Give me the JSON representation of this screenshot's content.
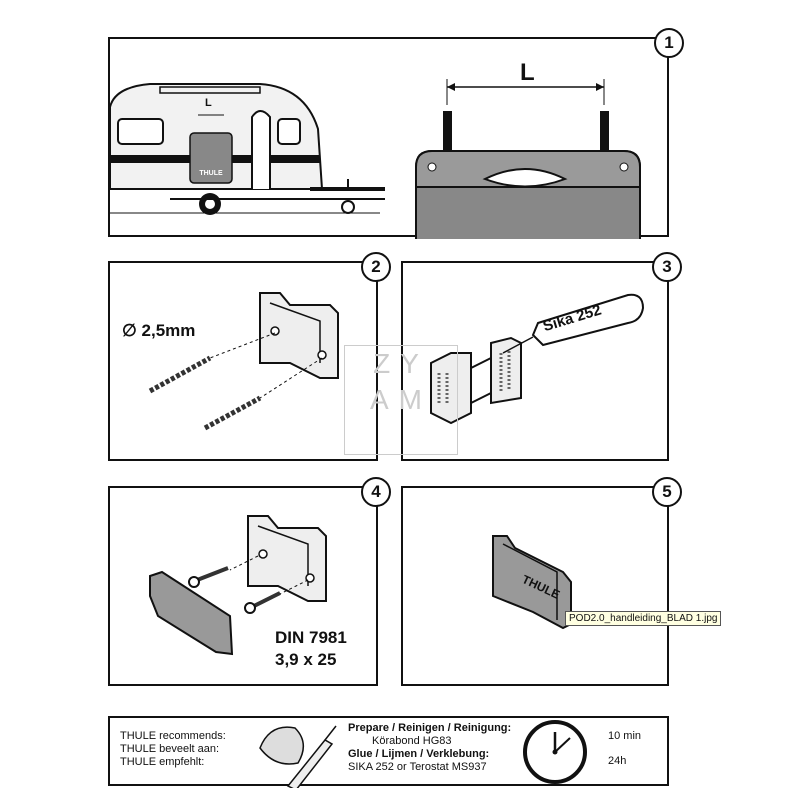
{
  "steps": {
    "s1": {
      "number": "1",
      "dimension_small": "L",
      "dimension_large": "L"
    },
    "s2": {
      "number": "2",
      "drill_size": "∅ 2,5mm"
    },
    "s3": {
      "number": "3",
      "sealant": "Sika 252"
    },
    "s4": {
      "number": "4",
      "screw_spec_line1": "DIN 7981",
      "screw_spec_line2": "3,9 x 25"
    },
    "s5": {
      "number": "5"
    }
  },
  "brand": {
    "name": "THULE"
  },
  "footer": {
    "recommends": [
      "THULE recommends:",
      "THULE beveelt aan:",
      "THULE empfehlt:"
    ],
    "prepare_heading": "Prepare / Reinigen / Reinigung:",
    "prepare_product": "Körabond HG83",
    "glue_heading": "Glue / Lijmen / Verklebung:",
    "glue_product": "SIKA 252 or Terostat MS937",
    "time_prepare": "10 min",
    "time_glue": "24h"
  },
  "watermark": {
    "line1": "ZY",
    "line2": "AM"
  },
  "tooltip": {
    "text": "POD2.0_handleiding_BLAD 1.jpg"
  }
}
